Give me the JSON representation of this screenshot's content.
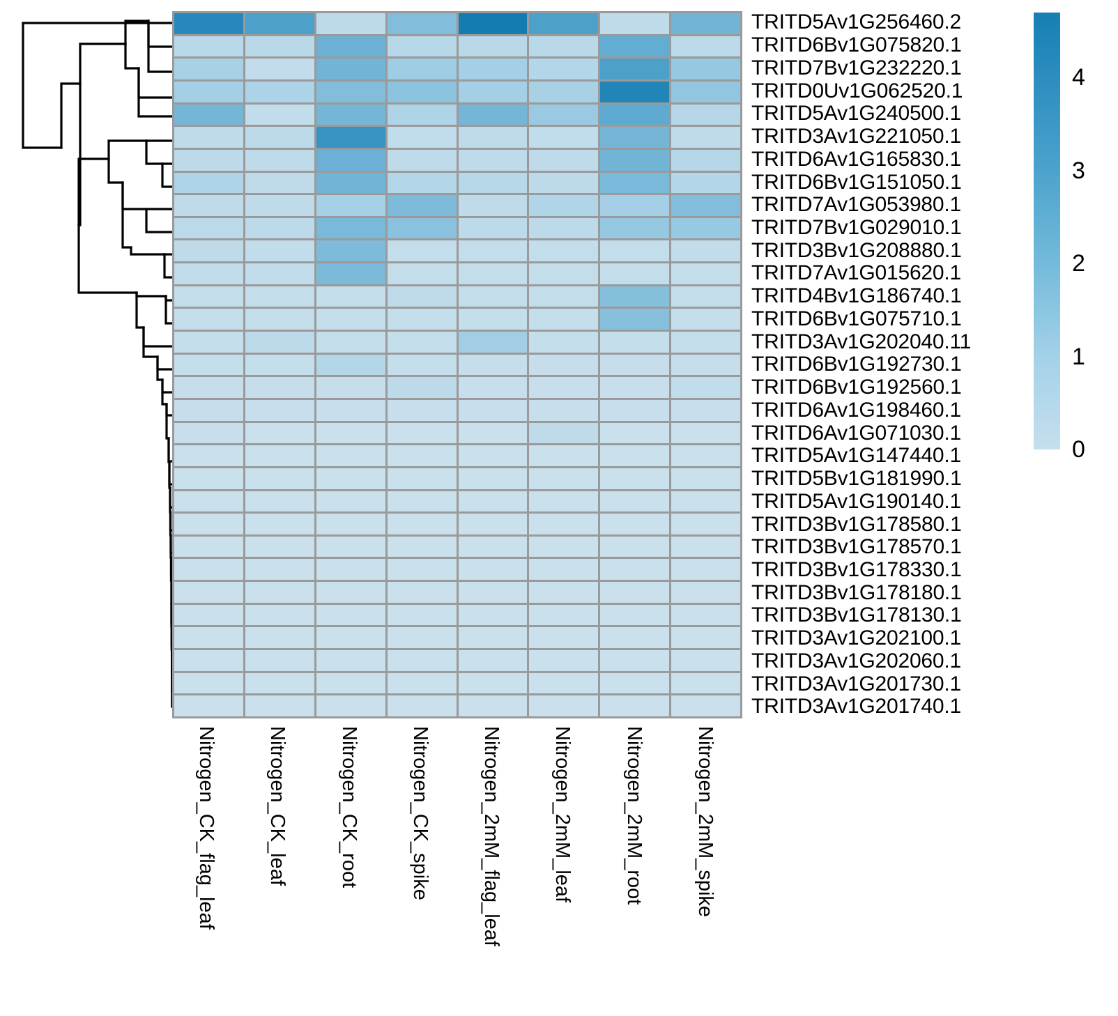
{
  "chart_data": {
    "type": "heatmap",
    "title": "",
    "xlabel": "",
    "ylabel": "",
    "grid": true,
    "legend_position": "right",
    "colorbar": {
      "ticks": [
        "0",
        "1",
        "2",
        "3",
        "4"
      ],
      "tick_values": [
        0,
        1,
        2,
        3,
        4
      ],
      "vmin": 0,
      "vmax": 4.7,
      "colormap": "Blues",
      "color_low": "#c5dfee",
      "color_high": "#1580b3"
    },
    "row_dendrogram": true,
    "col_dendrogram": false,
    "categories": [
      "Nitrogen_CK_flag_leaf",
      "Nitrogen_CK_leaf",
      "Nitrogen_CK_root",
      "Nitrogen_CK_spike",
      "Nitrogen_2mM_flag_leaf",
      "Nitrogen_2mM_leaf",
      "Nitrogen_2mM_root",
      "Nitrogen_2mM_spike"
    ],
    "rows": [
      "TRITD5Av1G256460.2",
      "TRITD6Bv1G075820.1",
      "TRITD7Bv1G232220.1",
      "TRITD0Uv1G062520.1",
      "TRITD5Av1G240500.1",
      "TRITD3Av1G221050.1",
      "TRITD6Av1G165830.1",
      "TRITD6Bv1G151050.1",
      "TRITD7Av1G053980.1",
      "TRITD7Bv1G029010.1",
      "TRITD3Bv1G208880.1",
      "TRITD7Av1G015620.1",
      "TRITD4Bv1G186740.1",
      "TRITD6Bv1G075710.1",
      "TRITD3Av1G202040.11",
      "TRITD6Bv1G192730.1",
      "TRITD6Bv1G192560.1",
      "TRITD6Av1G198460.1",
      "TRITD6Av1G071030.1",
      "TRITD5Av1G147440.1",
      "TRITD5Bv1G181990.1",
      "TRITD5Av1G190140.1",
      "TRITD3Bv1G178580.1",
      "TRITD3Bv1G178570.1",
      "TRITD3Bv1G178330.1",
      "TRITD3Bv1G178180.1",
      "TRITD3Bv1G178130.1",
      "TRITD3Av1G202100.1",
      "TRITD3Av1G202060.1",
      "TRITD3Av1G201730.1",
      "TRITD3Av1G201740.1"
    ],
    "values": [
      [
        4.0,
        3.1,
        0.6,
        1.9,
        4.7,
        3.1,
        0.55,
        2.3
      ],
      [
        0.7,
        0.7,
        2.4,
        0.75,
        0.7,
        0.7,
        2.6,
        0.65
      ],
      [
        1.1,
        0.45,
        2.3,
        1.3,
        1.2,
        0.85,
        3.1,
        1.5
      ],
      [
        1.2,
        1.0,
        1.9,
        1.7,
        1.2,
        1.1,
        4.2,
        1.6
      ],
      [
        2.2,
        0.5,
        2.2,
        0.95,
        2.2,
        1.4,
        2.7,
        0.8
      ],
      [
        0.55,
        0.6,
        3.6,
        0.5,
        0.55,
        0.5,
        2.2,
        0.55
      ],
      [
        0.6,
        0.55,
        2.4,
        0.55,
        0.55,
        0.55,
        2.3,
        0.8
      ],
      [
        0.95,
        0.55,
        2.3,
        0.85,
        0.75,
        0.6,
        2.1,
        0.85
      ],
      [
        0.55,
        0.55,
        1.15,
        2.0,
        0.55,
        0.9,
        1.2,
        1.9
      ],
      [
        0.65,
        0.6,
        2.1,
        1.75,
        0.6,
        0.6,
        1.5,
        1.45
      ],
      [
        0.55,
        0.5,
        2.0,
        0.4,
        0.4,
        0.4,
        0.4,
        0.45
      ],
      [
        0.5,
        0.5,
        2.05,
        0.4,
        0.4,
        0.4,
        0.4,
        0.4
      ],
      [
        0.4,
        0.4,
        0.35,
        0.55,
        0.4,
        0.4,
        1.85,
        0.4
      ],
      [
        0.4,
        0.4,
        0.35,
        0.35,
        0.35,
        0.35,
        1.8,
        0.35
      ],
      [
        0.35,
        0.6,
        0.35,
        0.35,
        1.25,
        0.35,
        0.35,
        0.35
      ],
      [
        0.35,
        0.35,
        0.85,
        0.35,
        0.3,
        0.3,
        0.3,
        0.3
      ],
      [
        0.3,
        0.3,
        0.3,
        0.6,
        0.25,
        0.25,
        0.25,
        0.5
      ],
      [
        0.3,
        0.25,
        0.25,
        0.25,
        0.25,
        0.25,
        0.25,
        0.25
      ],
      [
        0.25,
        0.2,
        0.2,
        0.2,
        0.2,
        0.55,
        0.2,
        0.2
      ],
      [
        0.2,
        0.18,
        0.18,
        0.18,
        0.18,
        0.18,
        0.18,
        0.18
      ],
      [
        0.18,
        0.15,
        0.15,
        0.15,
        0.15,
        0.15,
        0.15,
        0.15
      ],
      [
        0.15,
        0.15,
        0.15,
        0.15,
        0.15,
        0.15,
        0.15,
        0.15
      ],
      [
        0.15,
        0.15,
        0.15,
        0.15,
        0.15,
        0.15,
        0.15,
        0.15
      ],
      [
        0.15,
        0.15,
        0.15,
        0.15,
        0.15,
        0.15,
        0.15,
        0.15
      ],
      [
        0.15,
        0.15,
        0.15,
        0.15,
        0.15,
        0.15,
        0.15,
        0.15
      ],
      [
        0.15,
        0.15,
        0.15,
        0.15,
        0.15,
        0.15,
        0.15,
        0.15
      ],
      [
        0.15,
        0.15,
        0.15,
        0.15,
        0.15,
        0.15,
        0.15,
        0.15
      ],
      [
        0.15,
        0.15,
        0.15,
        0.15,
        0.15,
        0.15,
        0.15,
        0.15
      ],
      [
        0.15,
        0.15,
        0.15,
        0.15,
        0.15,
        0.15,
        0.15,
        0.15
      ],
      [
        0.15,
        0.15,
        0.15,
        0.15,
        0.15,
        0.15,
        0.15,
        0.15
      ],
      [
        0.15,
        0.15,
        0.15,
        0.15,
        0.15,
        0.15,
        0.15,
        0.15
      ]
    ]
  },
  "figure": {
    "background": "#ffffff",
    "cell_border_color": "#9a9a9a",
    "dendrogram_color": "#000000"
  }
}
